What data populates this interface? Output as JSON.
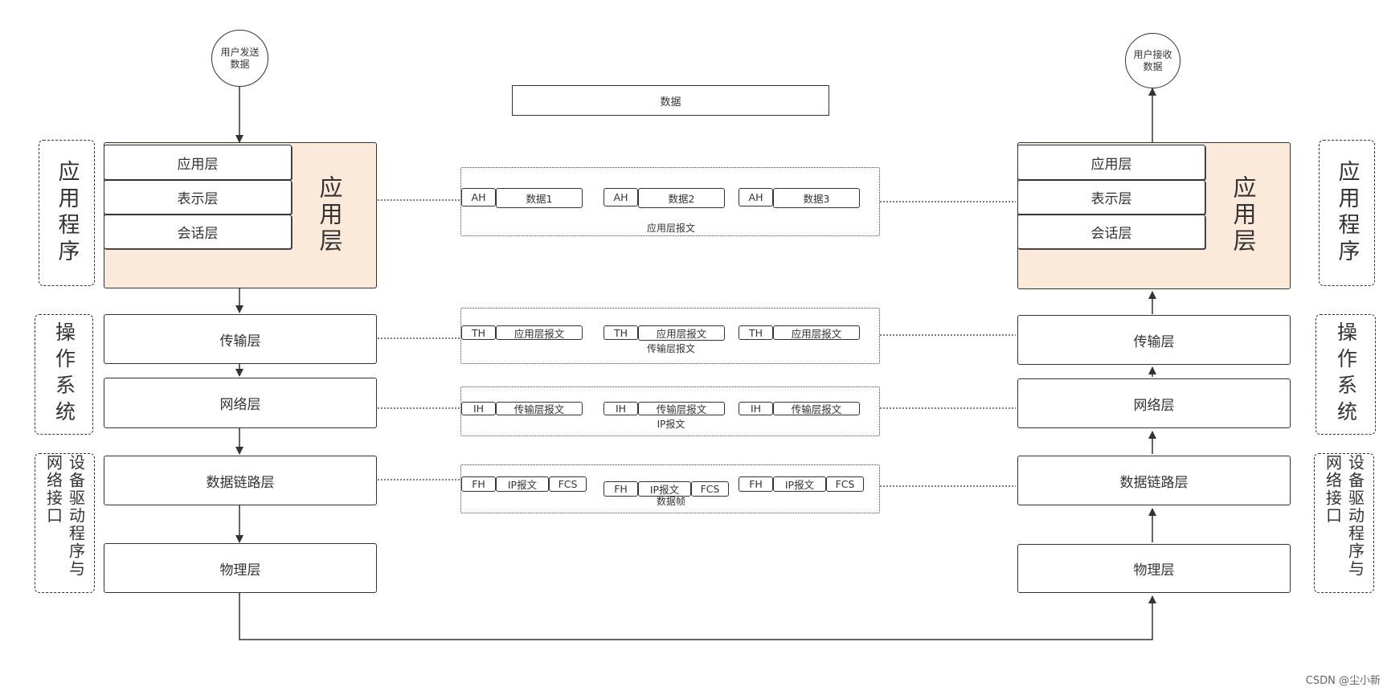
{
  "sender": {
    "label": "用户发送数据"
  },
  "receiver": {
    "label": "用户接收数据"
  },
  "data_box": {
    "label": "数据"
  },
  "stack_left": {
    "sublayers": [
      "应用层",
      "表示层",
      "会话层"
    ],
    "app_big": "应用层",
    "transport": "传输层",
    "network": "网络层",
    "datalink": "数据链路层",
    "physical": "物理层"
  },
  "stack_right": {
    "sublayers": [
      "应用层",
      "表示层",
      "会话层"
    ],
    "app_big": "应用层",
    "transport": "传输层",
    "network": "网络层",
    "datalink": "数据链路层",
    "physical": "物理层"
  },
  "side_left": [
    "应用程序",
    "操作系统",
    "设备驱动程序与网络接口"
  ],
  "side_right": [
    "应用程序",
    "操作系统",
    "设备驱动程序与网络接口"
  ],
  "packets": {
    "app": {
      "caption": "应用层报文",
      "groups": [
        {
          "header": "AH",
          "body": "数据1"
        },
        {
          "header": "AH",
          "body": "数据2"
        },
        {
          "header": "AH",
          "body": "数据3"
        }
      ]
    },
    "transport": {
      "caption": "传输层报文",
      "groups": [
        {
          "header": "TH",
          "body": "应用层报文"
        },
        {
          "header": "TH",
          "body": "应用层报文"
        },
        {
          "header": "TH",
          "body": "应用层报文"
        }
      ]
    },
    "network": {
      "caption": "IP报文",
      "groups": [
        {
          "header": "IH",
          "body": "传输层报文"
        },
        {
          "header": "IH",
          "body": "传输层报文"
        },
        {
          "header": "IH",
          "body": "传输层报文"
        }
      ]
    },
    "datalink": {
      "caption": "数据帧",
      "groups": [
        {
          "header": "FH",
          "body": "IP报文",
          "trailer": "FCS"
        },
        {
          "header": "FH",
          "body": "IP报文",
          "trailer": "FCS"
        },
        {
          "header": "FH",
          "body": "IP报文",
          "trailer": "FCS"
        }
      ]
    }
  },
  "watermark": "CSDN @尘小新"
}
